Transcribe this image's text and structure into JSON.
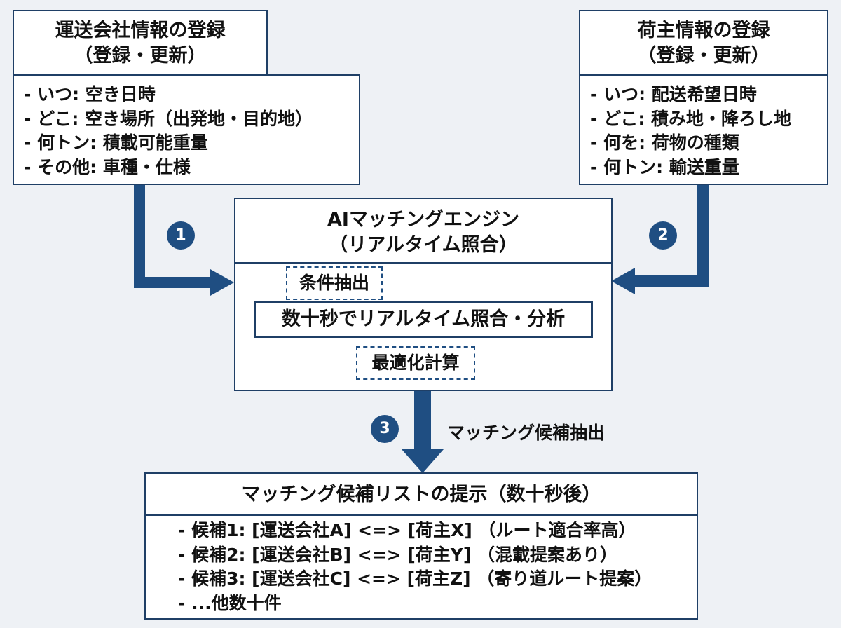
{
  "carrier": {
    "title1": "運送会社情報の登録",
    "title2": "（登録・更新）",
    "items": [
      "- いつ: 空き日時",
      "- どこ: 空き場所（出発地・目的地）",
      "- 何トン: 積載可能重量",
      "- その他: 車種・仕様"
    ]
  },
  "shipper": {
    "title1": "荷主情報の登録",
    "title2": "（登録・更新）",
    "items": [
      "- いつ: 配送希望日時",
      "- どこ: 積み地・降ろし地",
      "- 何を: 荷物の種類",
      "- 何トン: 輸送重量"
    ]
  },
  "engine": {
    "title1": "AIマッチングエンジン",
    "title2": "（リアルタイム照合）",
    "extract": "条件抽出",
    "analyze": "数十秒でリアルタイム照合・分析",
    "optimize": "最適化計算"
  },
  "steps": {
    "s1": "1",
    "s2": "2",
    "s3": "3",
    "s3_label": "マッチング候補抽出"
  },
  "result": {
    "title": "マッチング候補リストの提示（数十秒後）",
    "items": [
      "- 候補1: [運送会社A] <=> [荷主X] （ルート適合率高）",
      "- 候補2: [運送会社B] <=> [荷主Y] （混載提案あり）",
      "- 候補3: [運送会社C] <=> [荷主Z] （寄り道ルート提案）",
      "- ...他数十件"
    ]
  },
  "colors": {
    "border": "#1f3f66",
    "arrow": "#1f4e82",
    "background": "#eef1f5"
  }
}
